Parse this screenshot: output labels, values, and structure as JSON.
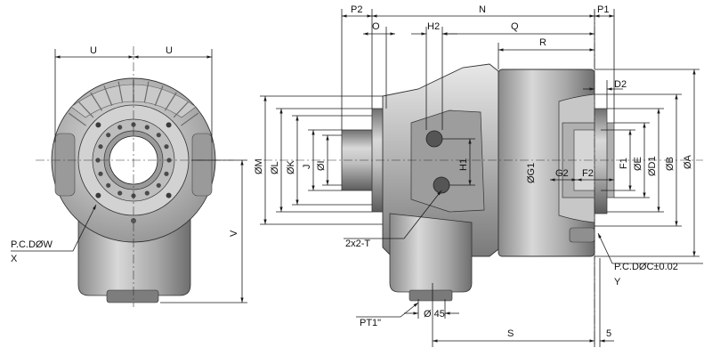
{
  "labels": {
    "U_left": "U",
    "U_right": "U",
    "V": "V",
    "pcd_w": "P.C.DØW",
    "x": "X",
    "p2": "P2",
    "n": "N",
    "p1": "P1",
    "o": "O",
    "h2": "H2",
    "q": "Q",
    "r": "R",
    "d2": "D2",
    "m": "ØM",
    "l": "ØL",
    "k": "ØK",
    "j": "J",
    "i": "ØI",
    "h1": "H1",
    "g1": "ØG1",
    "g2": "G2",
    "f2": "F2",
    "f1": "F1",
    "e": "ØE",
    "d1": "ØD1",
    "b": "ØB",
    "a": "ØA",
    "t": "2x2-T",
    "pcd_c": "P.C.DØC±0.02",
    "y": "Y",
    "pt": "PT1\"",
    "dia45": "Ø 45",
    "s": "S",
    "five": "5"
  },
  "colors": {
    "body_light": "#d6d6d6",
    "body_mid": "#a9a9a9",
    "body_dark": "#6f6f6f",
    "line": "#1a1a1a"
  }
}
